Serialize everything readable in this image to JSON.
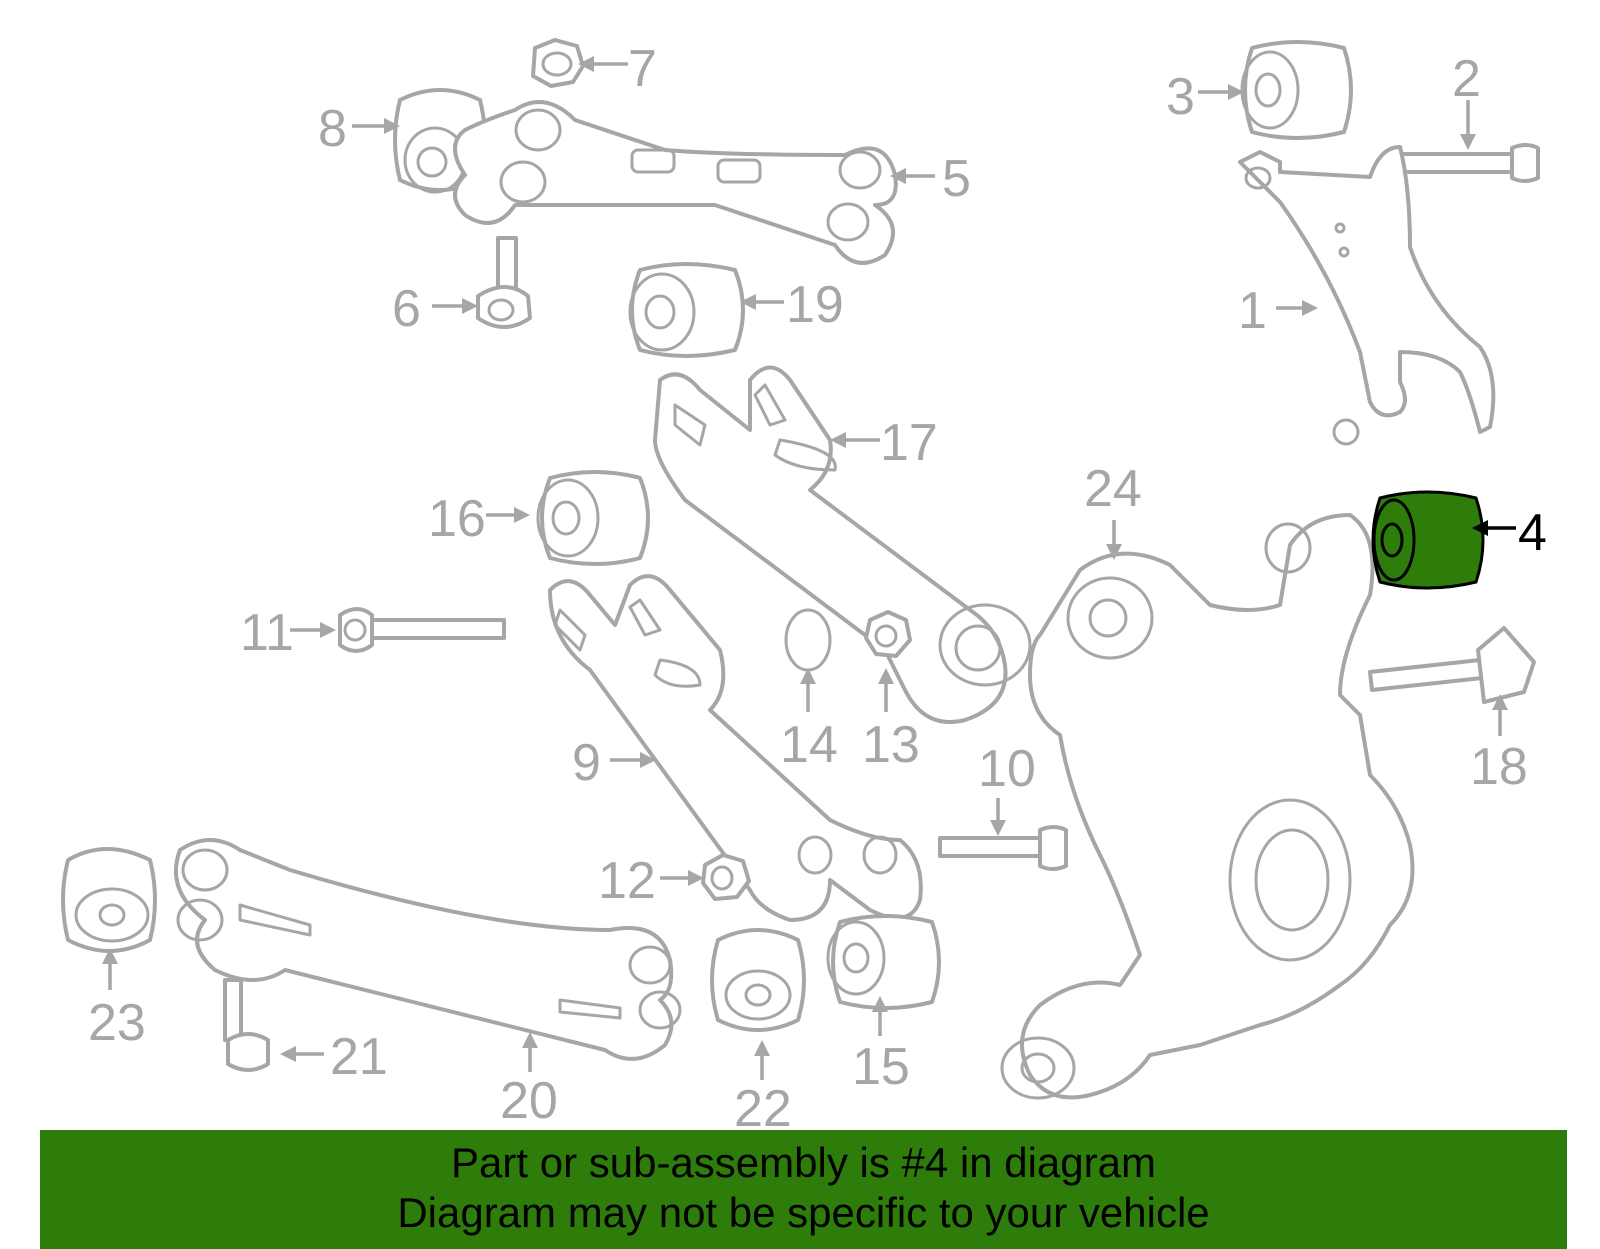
{
  "diagram": {
    "callouts": {
      "c1": "1",
      "c2": "2",
      "c3": "3",
      "c4": "4",
      "c5": "5",
      "c6": "6",
      "c7": "7",
      "c8": "8",
      "c9": "9",
      "c10": "10",
      "c11": "11",
      "c12": "12",
      "c13": "13",
      "c14": "14",
      "c15": "15",
      "c16": "16",
      "c17": "17",
      "c18": "18",
      "c19": "19",
      "c20": "20",
      "c21": "21",
      "c22": "22",
      "c23": "23",
      "c24": "24"
    },
    "highlighted_part": "4",
    "colors": {
      "outline": "#a6a6a6",
      "highlight_fill": "#2e7d0a",
      "highlight_text": "#000000",
      "banner_bg": "#2e7d0a"
    }
  },
  "footer": {
    "line1": "Part or sub-assembly is #4 in diagram",
    "line2": "Diagram may not be specific to your vehicle"
  }
}
